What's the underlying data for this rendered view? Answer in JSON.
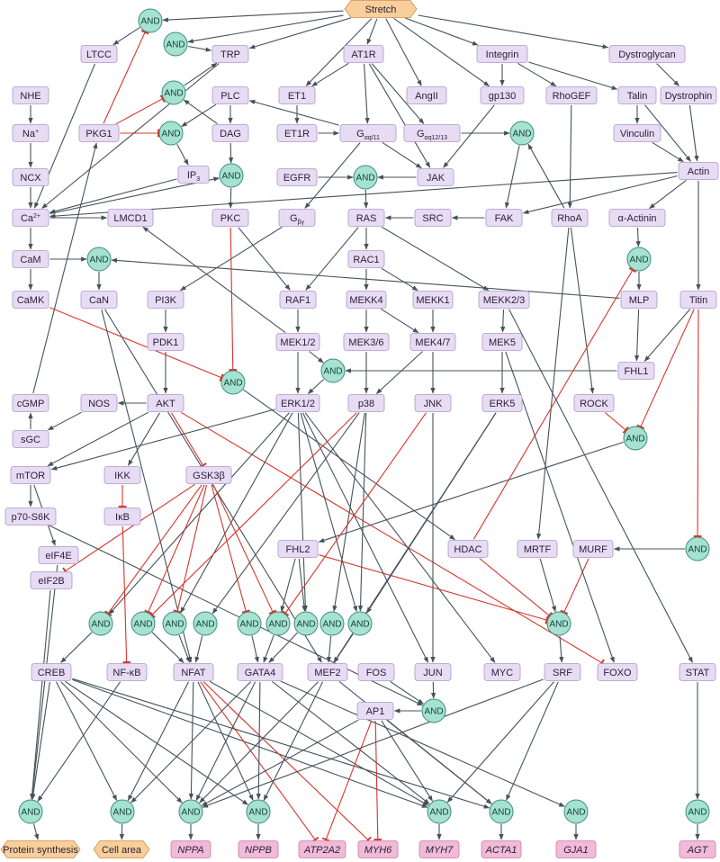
{
  "colors": {
    "protein": "#e7dcf4",
    "protein_stroke": "#a99ac6",
    "and_fill": "#a6e2d1",
    "and_stroke": "#3d8c78",
    "input_fill": "#f8cf9b",
    "input_stroke": "#c98f4a",
    "output_gene": "#f1bad8",
    "output_gene_stroke": "#c77ea7",
    "output_pheno": "#f8cf9b",
    "activation": "#45525a",
    "inhibition": "#d8342c"
  },
  "nodes": [
    {
      "id": "stretch",
      "label": "Stretch",
      "kind": "input"
    },
    {
      "id": "ltcc",
      "label": "LTCC"
    },
    {
      "id": "trp",
      "label": "TRP"
    },
    {
      "id": "at1r",
      "label": "AT1R"
    },
    {
      "id": "integrin",
      "label": "Integrin"
    },
    {
      "id": "dystroglycan",
      "label": "Dystroglycan"
    },
    {
      "id": "nhe",
      "label": "NHE"
    },
    {
      "id": "plc",
      "label": "PLC"
    },
    {
      "id": "et1",
      "label": "ET1"
    },
    {
      "id": "angii",
      "label": "AngII"
    },
    {
      "id": "gp130",
      "label": "gp130"
    },
    {
      "id": "rhogef",
      "label": "RhoGEF"
    },
    {
      "id": "talin",
      "label": "Talin"
    },
    {
      "id": "dystrophin",
      "label": "Dystrophin"
    },
    {
      "id": "na",
      "label": "Na",
      "sup": "+"
    },
    {
      "id": "pkg1",
      "label": "PKG1"
    },
    {
      "id": "dag",
      "label": "DAG"
    },
    {
      "id": "et1r",
      "label": "ET1R"
    },
    {
      "id": "gq11",
      "label": "G",
      "sub": "αq/11"
    },
    {
      "id": "g1213",
      "label": "G",
      "sub": "αq12/13"
    },
    {
      "id": "vinculin",
      "label": "Vinculin"
    },
    {
      "id": "ncx",
      "label": "NCX"
    },
    {
      "id": "ip3",
      "label": "IP",
      "sub": "3"
    },
    {
      "id": "egfr",
      "label": "EGFR"
    },
    {
      "id": "jak",
      "label": "JAK"
    },
    {
      "id": "actin",
      "label": "Actin"
    },
    {
      "id": "ca",
      "label": "Ca",
      "sup": "2+"
    },
    {
      "id": "lmcd1",
      "label": "LMCD1"
    },
    {
      "id": "pkc",
      "label": "PKC"
    },
    {
      "id": "gby",
      "label": "G",
      "sub": "βγ"
    },
    {
      "id": "ras",
      "label": "RAS"
    },
    {
      "id": "src",
      "label": "SRC"
    },
    {
      "id": "fak",
      "label": "FAK"
    },
    {
      "id": "rhoa",
      "label": "RhoA"
    },
    {
      "id": "aactinin",
      "label": "α-Actinin"
    },
    {
      "id": "cam",
      "label": "CaM"
    },
    {
      "id": "rac1",
      "label": "RAC1"
    },
    {
      "id": "camk",
      "label": "CaMK"
    },
    {
      "id": "can",
      "label": "CaN"
    },
    {
      "id": "pi3k",
      "label": "PI3K"
    },
    {
      "id": "raf1",
      "label": "RAF1"
    },
    {
      "id": "mekk4",
      "label": "MEKK4"
    },
    {
      "id": "mekk1",
      "label": "MEKK1"
    },
    {
      "id": "mekk23",
      "label": "MEKK2/3"
    },
    {
      "id": "mlp",
      "label": "MLP"
    },
    {
      "id": "titin",
      "label": "Titin"
    },
    {
      "id": "pdk1",
      "label": "PDK1"
    },
    {
      "id": "mek12",
      "label": "MEK1/2"
    },
    {
      "id": "mek36",
      "label": "MEK3/6"
    },
    {
      "id": "mek47",
      "label": "MEK4/7"
    },
    {
      "id": "mek5",
      "label": "MEK5"
    },
    {
      "id": "fhl1",
      "label": "FHL1"
    },
    {
      "id": "cgmp",
      "label": "cGMP"
    },
    {
      "id": "nos",
      "label": "NOS"
    },
    {
      "id": "akt",
      "label": "AKT"
    },
    {
      "id": "erk12",
      "label": "ERK1/2"
    },
    {
      "id": "p38",
      "label": "p38"
    },
    {
      "id": "jnk",
      "label": "JNK"
    },
    {
      "id": "erk5",
      "label": "ERK5"
    },
    {
      "id": "rock",
      "label": "ROCK"
    },
    {
      "id": "sgc",
      "label": "sGC"
    },
    {
      "id": "mtor",
      "label": "mTOR"
    },
    {
      "id": "ikk",
      "label": "IKK"
    },
    {
      "id": "gsk3b",
      "label": "GSK3β"
    },
    {
      "id": "p70",
      "label": "p70-S6K"
    },
    {
      "id": "ikb",
      "label": "IκB"
    },
    {
      "id": "eif4e",
      "label": "eIF4E"
    },
    {
      "id": "fhl2",
      "label": "FHL2"
    },
    {
      "id": "hdac",
      "label": "HDAC"
    },
    {
      "id": "mrtf",
      "label": "MRTF"
    },
    {
      "id": "murf",
      "label": "MURF"
    },
    {
      "id": "eif2b",
      "label": "eIF2B"
    },
    {
      "id": "creb",
      "label": "CREB"
    },
    {
      "id": "nfkb",
      "label": "NF-κB"
    },
    {
      "id": "nfat",
      "label": "NFAT"
    },
    {
      "id": "gata4",
      "label": "GATA4"
    },
    {
      "id": "mef2",
      "label": "MEF2"
    },
    {
      "id": "fos",
      "label": "FOS"
    },
    {
      "id": "jun",
      "label": "JUN"
    },
    {
      "id": "myc",
      "label": "MYC"
    },
    {
      "id": "srf",
      "label": "SRF"
    },
    {
      "id": "foxo",
      "label": "FOXO"
    },
    {
      "id": "stat",
      "label": "STAT"
    },
    {
      "id": "ap1",
      "label": "AP1"
    },
    {
      "id": "protsyn",
      "label": "Protein synthesis",
      "kind": "pheno"
    },
    {
      "id": "cellarea",
      "label": "Cell area",
      "kind": "pheno"
    },
    {
      "id": "nppa",
      "label": "NPPA",
      "kind": "gene"
    },
    {
      "id": "nppb",
      "label": "NPPB",
      "kind": "gene"
    },
    {
      "id": "atp2a2",
      "label": "ATP2A2",
      "kind": "gene"
    },
    {
      "id": "myh6",
      "label": "MYH6",
      "kind": "gene"
    },
    {
      "id": "myh7",
      "label": "MYH7",
      "kind": "gene"
    },
    {
      "id": "acta1",
      "label": "ACTA1",
      "kind": "gene"
    },
    {
      "id": "gja1",
      "label": "GJA1",
      "kind": "gene"
    },
    {
      "id": "agt",
      "label": "AGT",
      "kind": "gene"
    }
  ],
  "and_label": "AND"
}
